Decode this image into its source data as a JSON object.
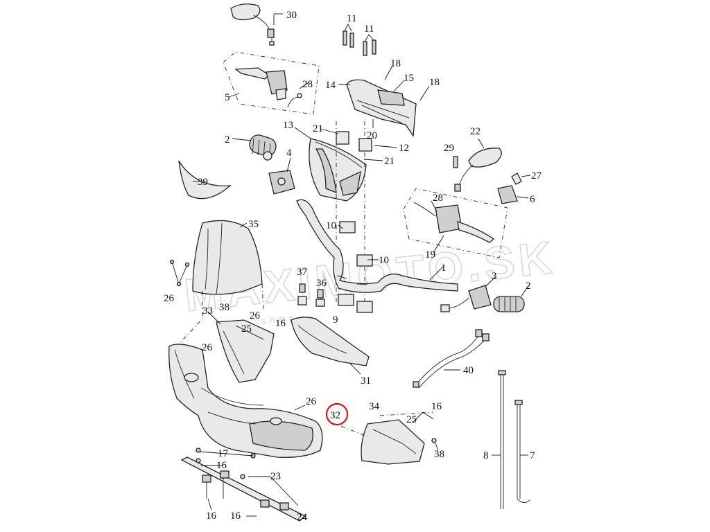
{
  "watermark": {
    "main": "MAXIMOTO.SK",
    "sub": "moto shop"
  },
  "highlight_color": "#e01010",
  "highlighted_part": "32",
  "callouts": [
    {
      "id": "c30",
      "text": "30"
    },
    {
      "id": "c11a",
      "text": "11"
    },
    {
      "id": "c11b",
      "text": "11"
    },
    {
      "id": "c5",
      "text": "5"
    },
    {
      "id": "c28a",
      "text": "28"
    },
    {
      "id": "c18a",
      "text": "18"
    },
    {
      "id": "c14",
      "text": "14"
    },
    {
      "id": "c15",
      "text": "15"
    },
    {
      "id": "c18b",
      "text": "18"
    },
    {
      "id": "c13",
      "text": "13"
    },
    {
      "id": "c21a",
      "text": "21"
    },
    {
      "id": "c20",
      "text": "20"
    },
    {
      "id": "c12",
      "text": "12"
    },
    {
      "id": "c21b",
      "text": "21"
    },
    {
      "id": "c22",
      "text": "22"
    },
    {
      "id": "c2a",
      "text": "2"
    },
    {
      "id": "c4",
      "text": "4"
    },
    {
      "id": "c29",
      "text": "29"
    },
    {
      "id": "c27",
      "text": "27"
    },
    {
      "id": "c39",
      "text": "39"
    },
    {
      "id": "c6",
      "text": "6"
    },
    {
      "id": "c28b",
      "text": "28"
    },
    {
      "id": "c35",
      "text": "35"
    },
    {
      "id": "c10a",
      "text": "10"
    },
    {
      "id": "c19",
      "text": "19"
    },
    {
      "id": "c10b",
      "text": "10"
    },
    {
      "id": "c1",
      "text": "1"
    },
    {
      "id": "c37",
      "text": "37"
    },
    {
      "id": "c36",
      "text": "36"
    },
    {
      "id": "c3",
      "text": "3"
    },
    {
      "id": "c26a",
      "text": "26"
    },
    {
      "id": "c2b",
      "text": "2"
    },
    {
      "id": "c38a",
      "text": "38"
    },
    {
      "id": "c26b",
      "text": "26"
    },
    {
      "id": "c33",
      "text": "33"
    },
    {
      "id": "c25a",
      "text": "25"
    },
    {
      "id": "c16a",
      "text": "16"
    },
    {
      "id": "c9",
      "text": "9"
    },
    {
      "id": "c26c",
      "text": "26"
    },
    {
      "id": "c40",
      "text": "40"
    },
    {
      "id": "c31",
      "text": "31"
    },
    {
      "id": "c26d",
      "text": "26"
    },
    {
      "id": "c32",
      "text": "32"
    },
    {
      "id": "c34",
      "text": "34"
    },
    {
      "id": "c16b",
      "text": "16"
    },
    {
      "id": "c25b",
      "text": "25"
    },
    {
      "id": "c38b",
      "text": "38"
    },
    {
      "id": "c17",
      "text": "17"
    },
    {
      "id": "c16c",
      "text": "16"
    },
    {
      "id": "c8",
      "text": "8"
    },
    {
      "id": "c7",
      "text": "7"
    },
    {
      "id": "c23",
      "text": "23"
    },
    {
      "id": "c16d",
      "text": "16"
    },
    {
      "id": "c16e",
      "text": "16"
    },
    {
      "id": "c24",
      "text": "24"
    }
  ]
}
